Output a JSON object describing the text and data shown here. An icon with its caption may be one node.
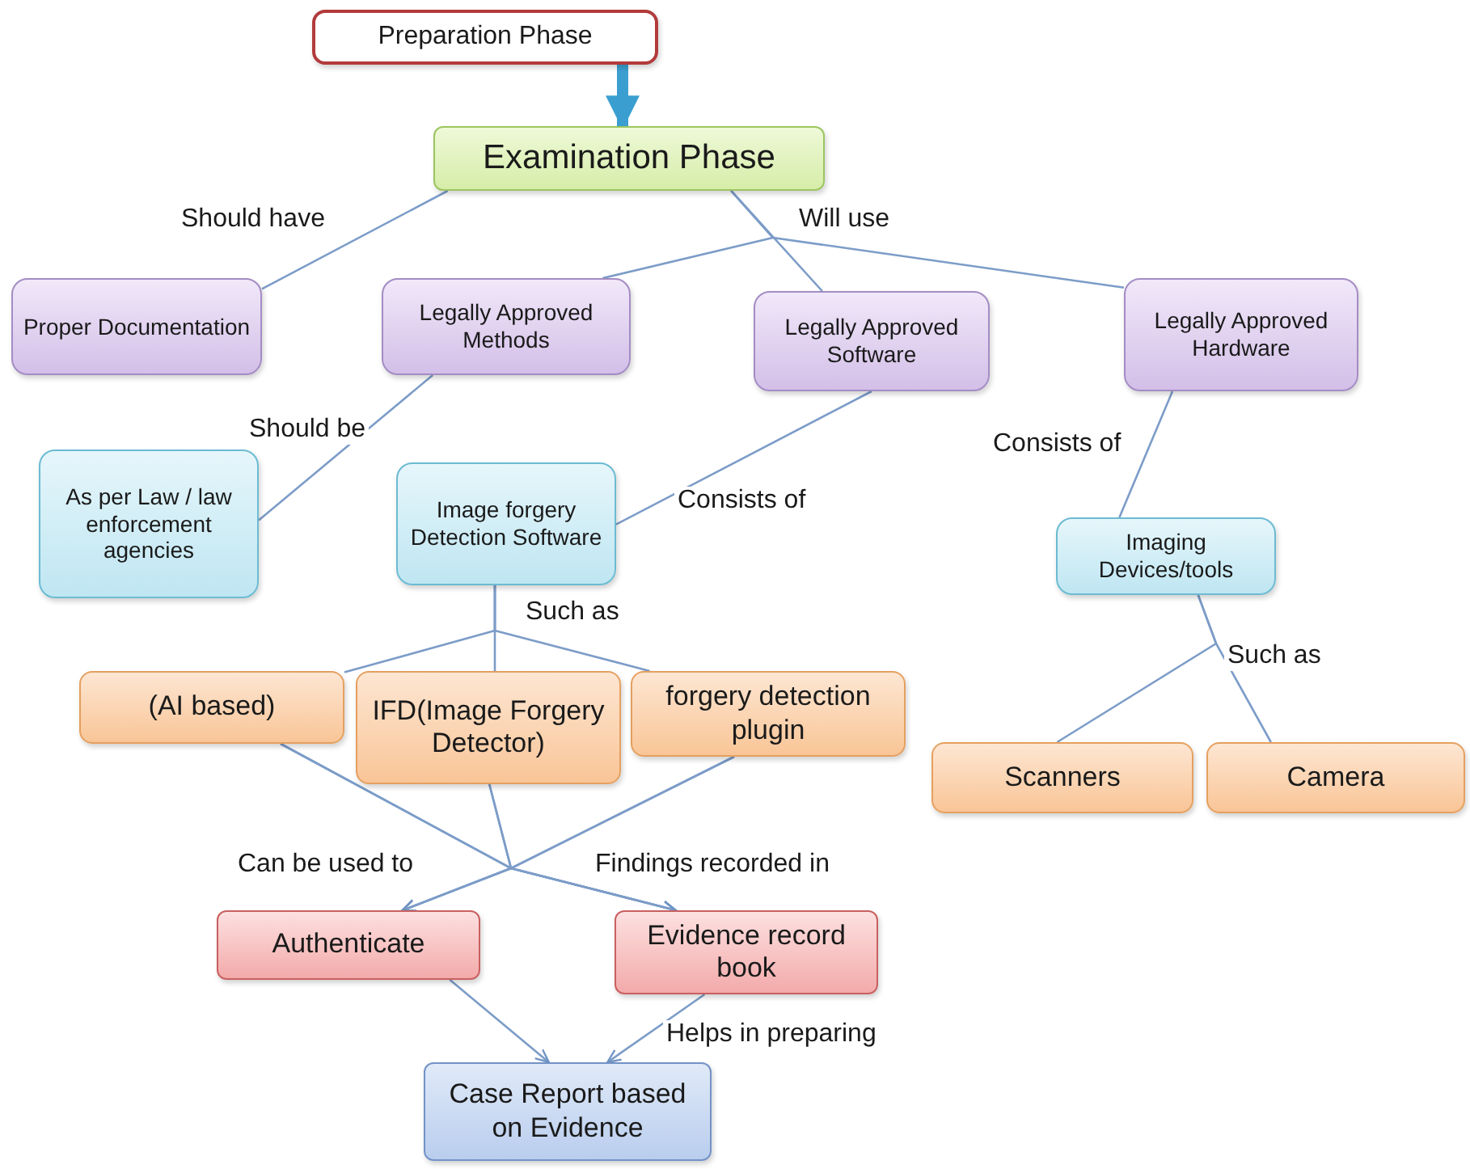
{
  "diagram": {
    "nodes": [
      {
        "text": [
          "Preparation Phase"
        ]
      },
      {
        "text": [
          "Examination Phase"
        ]
      },
      {
        "text": [
          "Proper Documentation"
        ]
      },
      {
        "text": [
          "Legally Approved Methods"
        ]
      },
      {
        "text": [
          "Legally Approved Software"
        ]
      },
      {
        "text": [
          "Legally Approved Hardware"
        ]
      },
      {
        "text": [
          "As per Law / law enforcement agencies"
        ]
      },
      {
        "text": [
          "Image forgery Detection Software"
        ]
      },
      {
        "text": [
          "Imaging Devices/tools"
        ]
      },
      {
        "text": [
          "(AI based)"
        ]
      },
      {
        "text": [
          "IFD(Image Forgery Detector)"
        ]
      },
      {
        "text": [
          "forgery detection plugin"
        ]
      },
      {
        "text": [
          "Scanners"
        ]
      },
      {
        "text": [
          "Camera"
        ]
      },
      {
        "text": [
          "Authenticate"
        ]
      },
      {
        "text": [
          "Evidence record book"
        ]
      },
      {
        "text": [
          "Case Report based on Evidence"
        ]
      }
    ],
    "edges": [
      {
        "from": 0,
        "to": 1,
        "arrow": "to",
        "style": "thick",
        "color": "#3a9fd0"
      },
      {
        "from": 1,
        "to": 2,
        "arrow": "none",
        "label": "Should have"
      },
      {
        "from": 1,
        "to": 3,
        "arrow": "none",
        "label": "Will use"
      },
      {
        "from": 1,
        "to": 4,
        "arrow": "none"
      },
      {
        "from": 1,
        "to": 5,
        "arrow": "none"
      },
      {
        "from": 3,
        "to": 6,
        "arrow": "none",
        "label": "Should be"
      },
      {
        "from": 4,
        "to": 7,
        "arrow": "none",
        "label": "Consists of"
      },
      {
        "from": 5,
        "to": 8,
        "arrow": "none",
        "label": "Consists of"
      },
      {
        "from": 7,
        "to": 9,
        "arrow": "none"
      },
      {
        "from": 7,
        "to": 10,
        "arrow": "none",
        "label": "Such as"
      },
      {
        "from": 7,
        "to": 11,
        "arrow": "none"
      },
      {
        "from": 8,
        "to": 12,
        "arrow": "none",
        "label": "Such as"
      },
      {
        "from": 8,
        "to": 13,
        "arrow": "none"
      },
      {
        "from": 9,
        "to": 14,
        "arrow": "to",
        "label": "Can be used to"
      },
      {
        "from": 10,
        "to": 14,
        "arrow": "to"
      },
      {
        "from": 11,
        "to": 14,
        "arrow": "to"
      },
      {
        "from": 9,
        "to": 15,
        "arrow": "to",
        "label": "Findings recorded in"
      },
      {
        "from": 10,
        "to": 15,
        "arrow": "to"
      },
      {
        "from": 11,
        "to": 15,
        "arrow": "to"
      },
      {
        "from": 14,
        "to": 16,
        "arrow": "to"
      },
      {
        "from": 15,
        "to": 16,
        "arrow": "to",
        "label": "Helps in preparing"
      }
    ]
  }
}
